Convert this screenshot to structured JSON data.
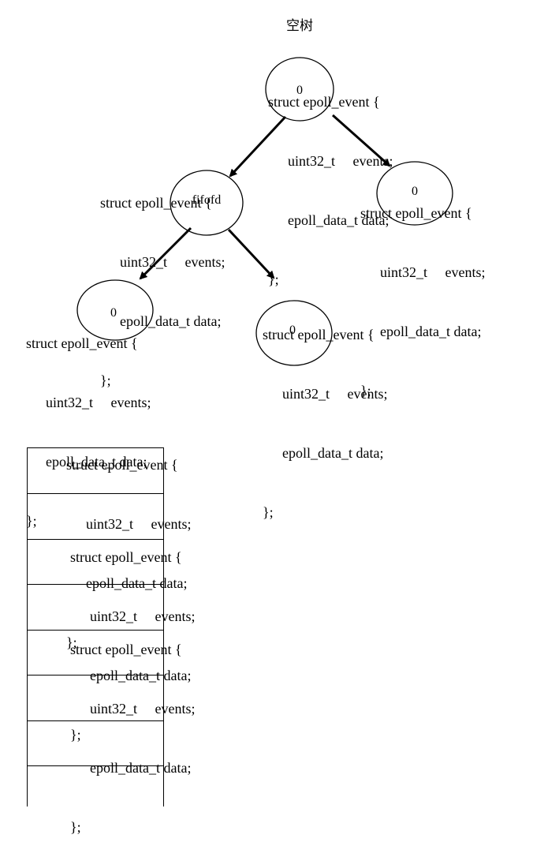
{
  "title": "空树",
  "tree_nodes": [
    {
      "id": "root",
      "label": "0",
      "lines": [
        "struct epoll_event {",
        "uint32_t     events;",
        "epoll_data_t data;",
        "};"
      ]
    },
    {
      "id": "left",
      "label": "fifofd",
      "lines": [
        "struct epoll_event {",
        "uint32_t     events;",
        "epoll_data_t data;",
        "};"
      ]
    },
    {
      "id": "right",
      "label": "0",
      "lines": [
        "struct epoll_event {",
        "uint32_t     events;",
        "epoll_data_t data;",
        "};"
      ]
    },
    {
      "id": "left-left",
      "label": "0",
      "lines": [
        "struct epoll_event {",
        "uint32_t     events;",
        "epoll_data_t data;",
        "};"
      ]
    },
    {
      "id": "left-right",
      "label": "0",
      "lines": [
        "struct epoll_event {",
        "uint32_t     events;",
        "epoll_data_t data;",
        "};"
      ]
    }
  ],
  "list_entries": [
    {
      "lines": [
        "struct epoll_event {",
        "uint32_t     events;",
        "epoll_data_t data;",
        "};"
      ]
    },
    {
      "lines": [
        "struct epoll_event {",
        "uint32_t     events;",
        "epoll_data_t data;",
        "};"
      ]
    },
    {
      "lines": [
        "struct epoll_event {",
        "uint32_t     events;",
        "epoll_data_t data;",
        "};"
      ]
    }
  ]
}
